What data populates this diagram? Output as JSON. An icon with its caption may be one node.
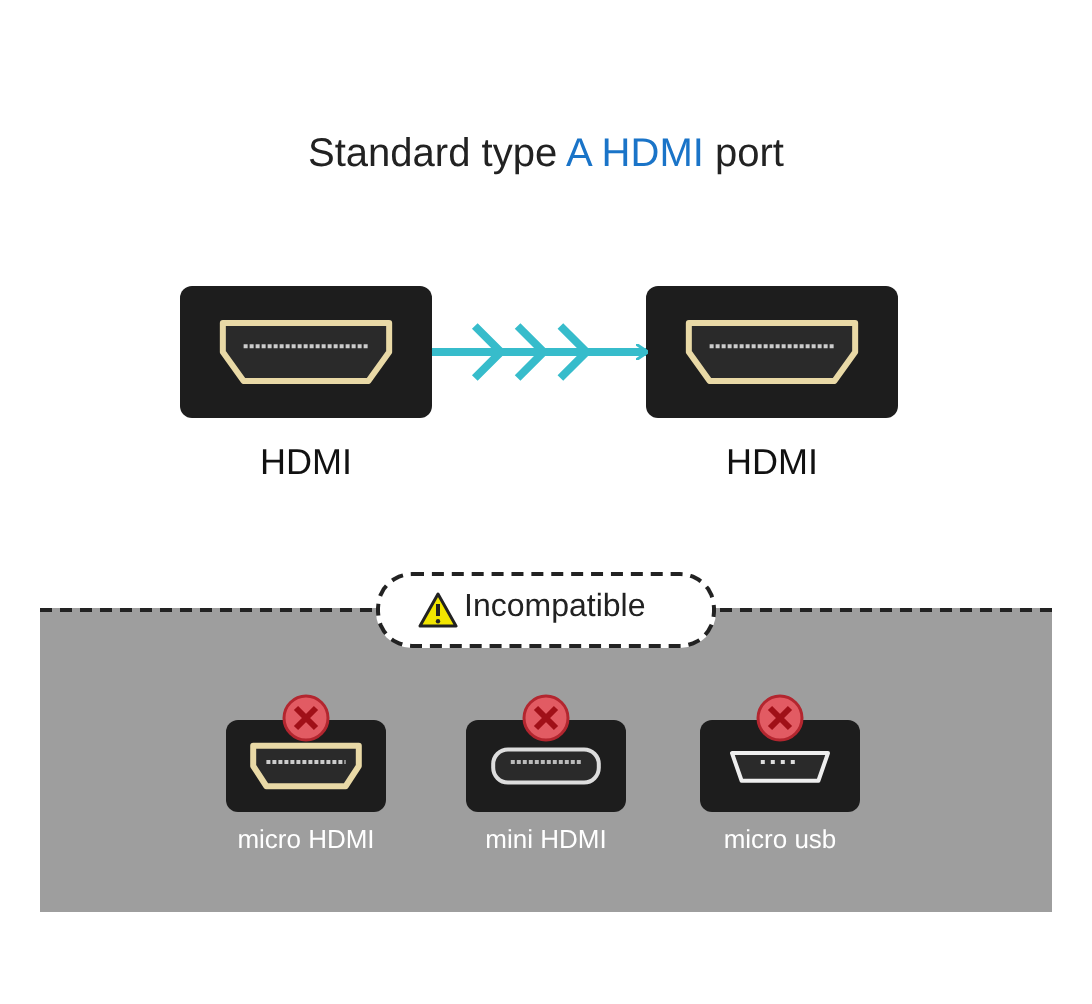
{
  "diagram": {
    "title": "Standard type **A HDMI** port",
    "nodes": [
      {
        "text": [
          "HDMI"
        ]
      },
      {
        "text": [
          "HDMI"
        ]
      },
      {
        "text": [
          "Incompatible"
        ]
      },
      {
        "text": [
          "micro HDMI"
        ],
        "in": 2
      },
      {
        "text": [
          "mini HDMI"
        ],
        "in": 2
      },
      {
        "text": [
          "micro usb"
        ],
        "in": 2
      }
    ],
    "edges": [
      {
        "from": 0,
        "to": 1,
        "arrow": "to"
      }
    ]
  }
}
